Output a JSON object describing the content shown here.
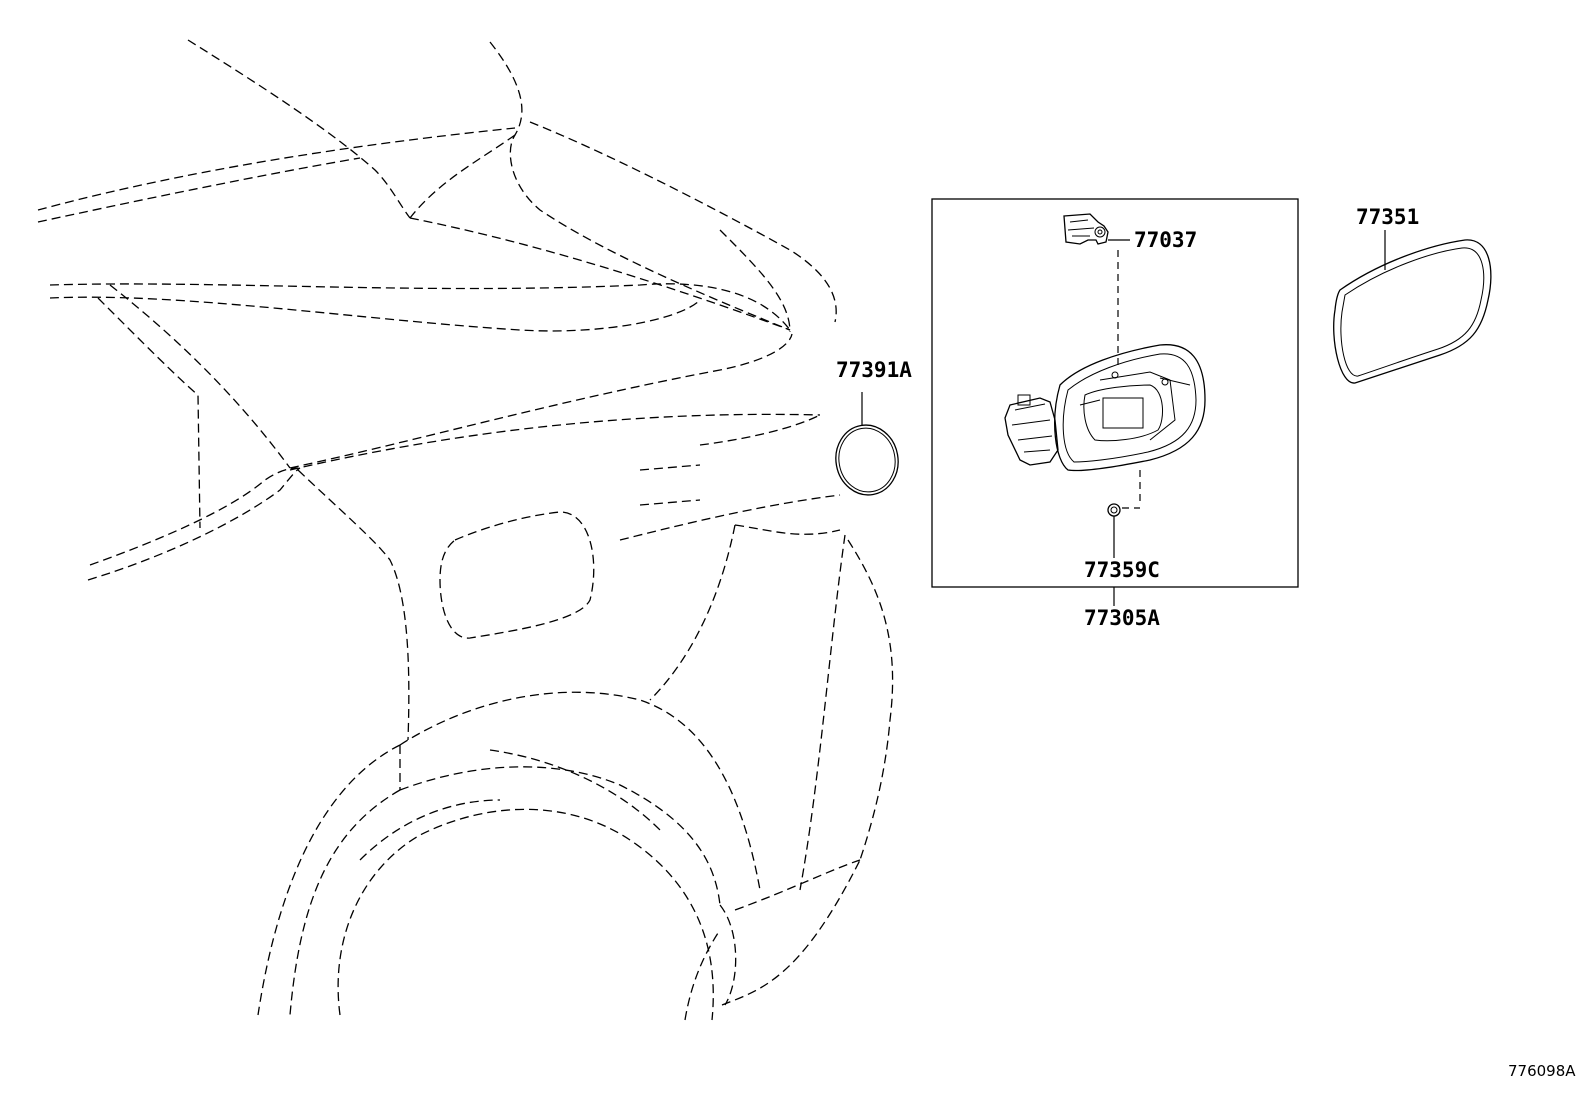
{
  "parts": {
    "fuel_lid_gasket": "77391A",
    "lid_lock_actuator": "77037",
    "fuel_lid_assembly": "77305A",
    "grommet": "77359C",
    "fuel_lid_outer_panel": "77351"
  },
  "figure_ref": "776098A"
}
